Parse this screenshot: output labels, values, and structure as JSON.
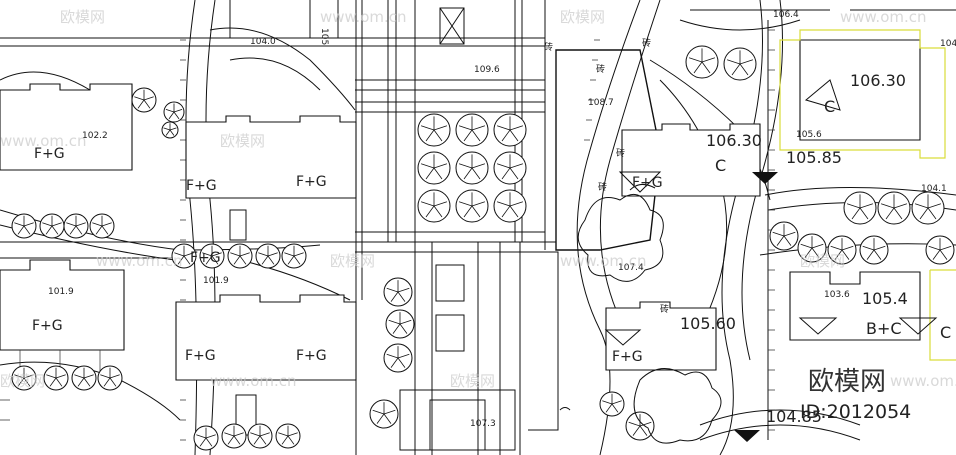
{
  "watermark": {
    "brand": "欧模网",
    "site": "www.om.cn",
    "id_label": "ID:2012054"
  },
  "elevations": [
    "104.0",
    "105",
    "109.6",
    "106.4",
    "104",
    "102.2",
    "108.7",
    "105.6",
    "106.30",
    "106.30",
    "105.85",
    "104.1",
    "101.9",
    "101.9",
    "107.4",
    "103.6",
    "105.4",
    "105.60",
    "104.85",
    "107.3"
  ],
  "building_labels": [
    "F+G",
    "F+G",
    "F+G",
    "F+G",
    "F+G",
    "F+G",
    "F+G",
    "F+G",
    "F+G",
    "B+C",
    "C",
    "C",
    "C"
  ],
  "material_labels": [
    "砖",
    "砖",
    "砖",
    "砖",
    "砖",
    "砖"
  ]
}
